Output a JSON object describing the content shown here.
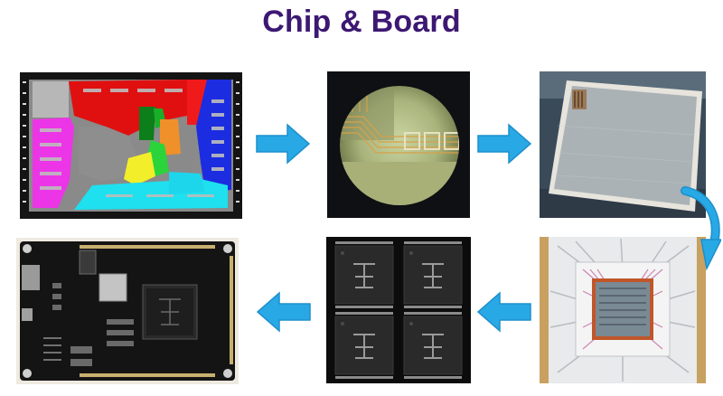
{
  "page": {
    "title": "Chip & Board"
  },
  "colors": {
    "title": "#3d1873",
    "arrow": "#28a9e6",
    "arrow_edge": "#1d8fcc"
  },
  "steps": [
    {
      "key": "layout",
      "icon": "chip-layout-image"
    },
    {
      "key": "microscope",
      "icon": "microscope-view-image"
    },
    {
      "key": "die",
      "icon": "bare-die-image"
    },
    {
      "key": "bonded",
      "icon": "wire-bonded-die-image"
    },
    {
      "key": "packaged",
      "icon": "packaged-chips-image"
    },
    {
      "key": "board",
      "icon": "pcb-board-image"
    }
  ]
}
